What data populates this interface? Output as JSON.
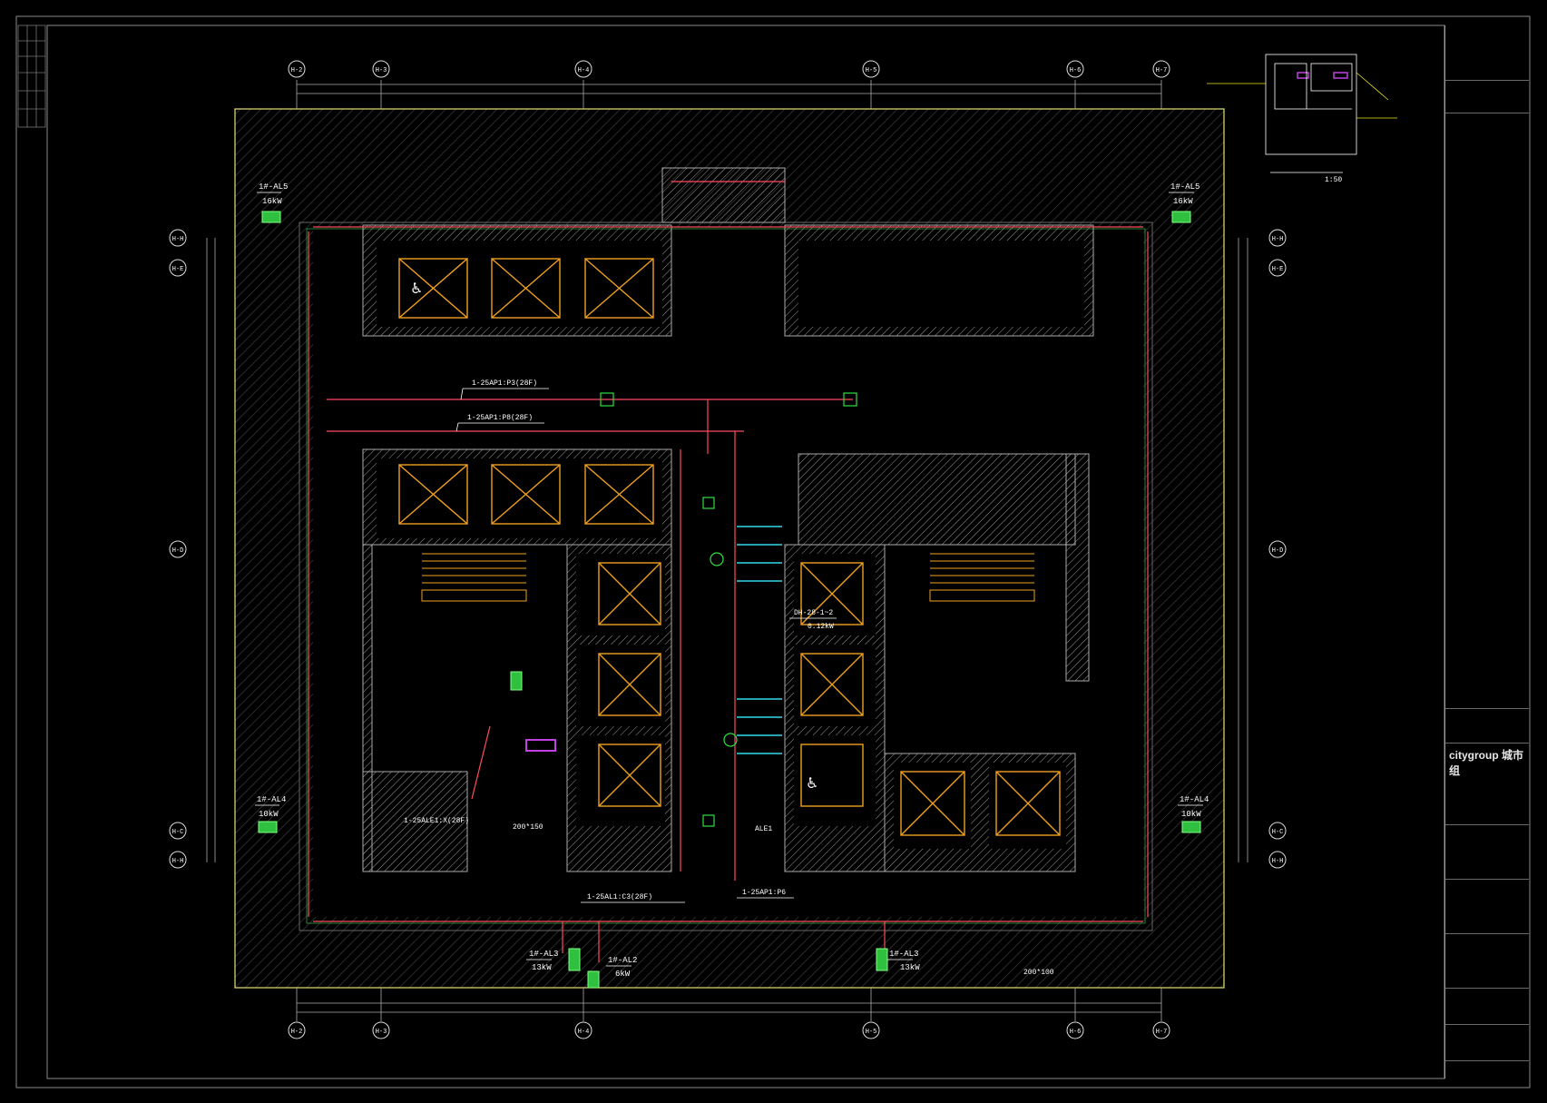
{
  "colors": {
    "background": "#000000",
    "wall_hatch": "#8a8a8a",
    "boundary": "#e8e07a",
    "elevator": "#f0a020",
    "conduit": "#ff4a5a",
    "device": "#30e040",
    "cyan": "#30d8e8",
    "magenta": "#c040e0",
    "text": "#ffffff"
  },
  "grid_axes": {
    "top": [
      "H-2",
      "H-3",
      "H-4",
      "H-5",
      "H-6",
      "H-7"
    ],
    "bottom": [
      "H-2",
      "H-3",
      "H-4",
      "H-5",
      "H-6",
      "H-7"
    ],
    "left": [
      "H-H",
      "H-E",
      "H-D",
      "H-C",
      "H-H"
    ],
    "right": [
      "H-H",
      "H-E",
      "H-D",
      "H-C",
      "H-H"
    ]
  },
  "panel_labels": {
    "top_left": {
      "name": "1#-AL5",
      "power": "16kW"
    },
    "top_right": {
      "name": "1#-AL5",
      "power": "16kW"
    },
    "mid_left": {
      "name": "1#-AL4",
      "power": "10kW"
    },
    "mid_right": {
      "name": "1#-AL4",
      "power": "10kW"
    },
    "bottom_left": {
      "name": "1#-AL3",
      "power": "13kW"
    },
    "bottom_mid": {
      "name": "1#-AL2",
      "power": "6kW"
    },
    "bottom_right": {
      "name": "1#-AL3",
      "power": "13kW"
    }
  },
  "circuit_labels": {
    "p3": "1-25AP1:P3(28F)",
    "p8": "1-25AP1:P8(28F)",
    "ale1_x": "1-25ALE1:X(28F)",
    "al1_c3": "1-25AL1:C3(28F)",
    "ap1_p6": "1-25AP1:P6",
    "dh": "DH-28-1~2",
    "elev": "0.12kW",
    "ale1": "ALE1",
    "tray_a": "200*150",
    "tray_b": "200*100",
    "scale": "1:50"
  },
  "title_block": {
    "logo": "citygroup 城市组"
  }
}
